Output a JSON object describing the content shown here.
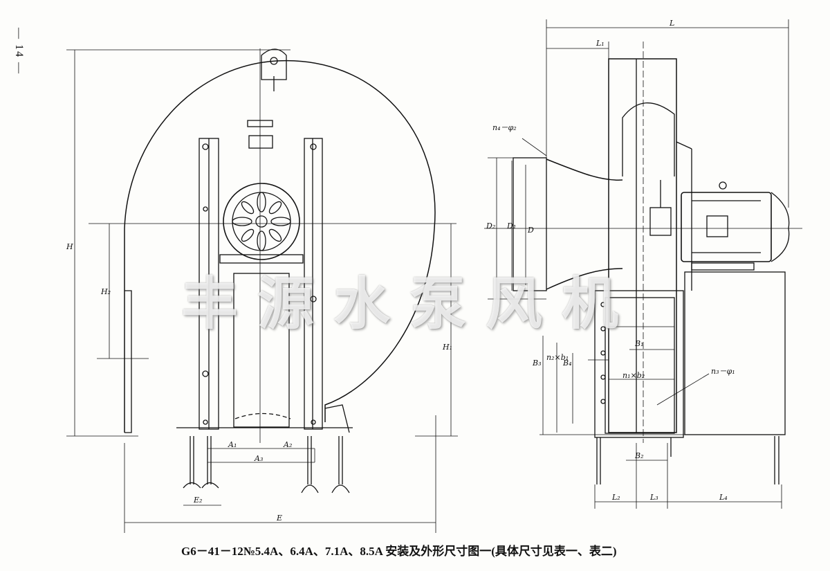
{
  "page_number": "— 14 —",
  "caption": "G6－41－12№5.4A、6.4A、7.1A、8.5A 安装及外形尺寸图一(具体尺寸见表一、表二)",
  "watermark": "丰源水泵风机",
  "front_view": {
    "labels": {
      "H": "H",
      "H2": "H₂",
      "H1": "H₁",
      "A1": "A₁",
      "A2": "A₂",
      "A3": "A₃",
      "E2": "E₂",
      "E": "E"
    }
  },
  "side_view": {
    "labels": {
      "L": "L",
      "L1": "L₁",
      "n4phi2": "n₄－φ₂",
      "D2": "D₂",
      "D1": "D₁",
      "D": "D",
      "B3": "B₃",
      "n2b1": "n₂×b₁",
      "B4": "B₄",
      "B1": "B₁",
      "n1b2": "n₁×b₂",
      "n3phi1": "n₃－φ₁",
      "B2": "B₂",
      "L2": "L₂",
      "L3": "L₃",
      "L4": "L₄"
    }
  }
}
